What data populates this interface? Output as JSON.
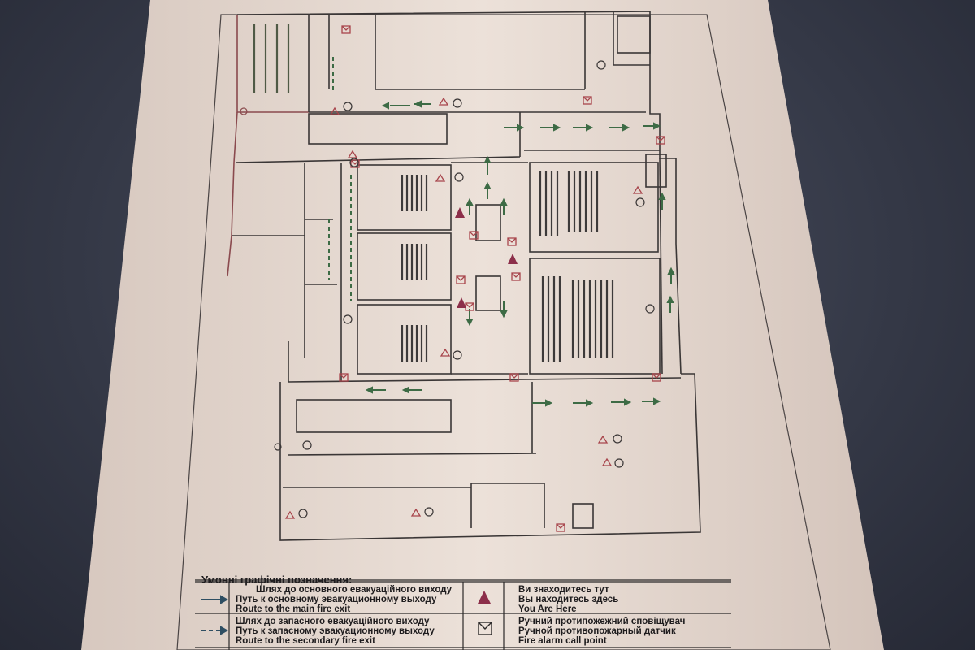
{
  "legend": {
    "title": "Умовні графічні позначення:",
    "rows": [
      {
        "icon": "solid-arrow",
        "lines": [
          "Шлях до основного евакуаційного виходу",
          "Путь к основному эвакуационному выходу",
          "Route to the main fire exit"
        ]
      },
      {
        "icon": "dashed-arrow",
        "lines": [
          "Шлях до запасного евакуаційного виходу",
          "Путь к запасному эвакуационному выходу",
          "Route to the secondary fire exit"
        ]
      },
      {
        "icon": "you-are-here-triangle",
        "lines": [
          "Ви знаходитесь тут",
          "Вы находитесь здесь",
          "You Are Here"
        ]
      },
      {
        "icon": "fire-alarm-call-point",
        "lines": [
          "Ручний протипожежний сповіщувач",
          "Ручной противопожарный датчик",
          "Fire alarm call point"
        ]
      }
    ]
  },
  "colors": {
    "paper": "#e8dcd3",
    "wall": "#3a3636",
    "exterior_wall": "#8a4a4e",
    "route_arrow": "#3d6b45",
    "alarm": "#a8454c",
    "you_are_here": "#8c2f4a",
    "background": "#343846"
  }
}
